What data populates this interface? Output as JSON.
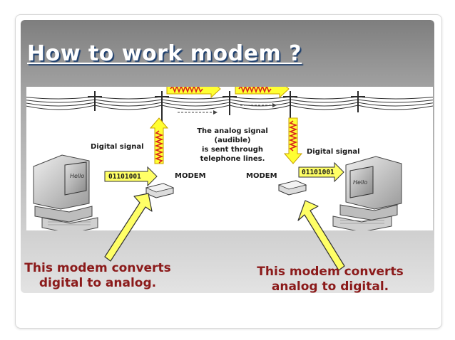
{
  "slide": {
    "title": "How to work modem ?",
    "diagram": {
      "digital_signal_left": "Digital signal",
      "digital_signal_right": "Digital signal",
      "bits_left": "01101001",
      "bits_right": "01101001",
      "modem_left": "MODEM",
      "modem_right": "MODEM",
      "center_lines": [
        "The analog signal",
        "(audible)",
        "is sent through",
        "telephone lines."
      ],
      "hello_left": "Hello",
      "hello_right": "Hello"
    },
    "captions": {
      "left": [
        "This modem converts",
        "digital to analog."
      ],
      "right": [
        "This modem converts",
        "analog to digital."
      ]
    },
    "colors": {
      "caption": "#8b1a1a",
      "arrow_fill": "#ffff66",
      "analog_box": "#ffff33",
      "wave": "#d81e1e",
      "title_shadow": "#1d3f6e"
    }
  }
}
